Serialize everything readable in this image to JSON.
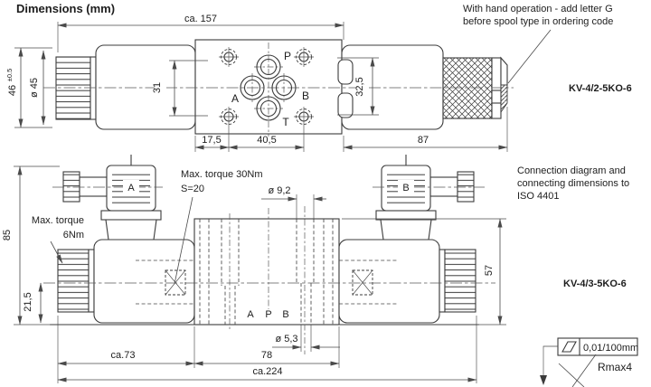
{
  "title": "Dimensions (mm)",
  "top_view": {
    "model": "KV-4/2-5KO-6",
    "hand_note": {
      "line1": "With hand operation - add letter G",
      "line2": "before spool type in ordering code"
    },
    "ports": {
      "p": "P",
      "a": "A",
      "b": "B",
      "t": "T"
    },
    "dims": {
      "total_length": "ca. 157",
      "height": "46",
      "height_tol": "±0.5",
      "coil_dia": "ø 45",
      "port_span": "31",
      "armature_dia": "32,5",
      "edge_to_bolt": "17,5",
      "bolt_span": "40,5",
      "solenoid_length": "87"
    }
  },
  "bottom_view": {
    "model": "KV-4/3-5KO-6",
    "iso_note": {
      "line1": "Connection diagram and",
      "line2": "connecting dimensions to",
      "line3": "ISO 4401"
    },
    "torque_note_core": {
      "line1": "Max. torque 30Nm",
      "line2": "S=20"
    },
    "torque_note_nut": {
      "line1": "Max. torque",
      "line2": "6Nm"
    },
    "connector_a": "A",
    "connector_b": "B",
    "port_labels": [
      "A",
      "P",
      "B"
    ],
    "dims": {
      "height": "85",
      "base_height": "21,5",
      "solenoid_height": "57",
      "port_dia": "ø 9,2",
      "bolt_dia": "ø 5,3",
      "left_length": "ca.73",
      "body_length": "78",
      "total_length": "ca.224"
    }
  },
  "surface_callouts": {
    "flatness": "0,01/100mm",
    "roughness": "Rmax4"
  }
}
